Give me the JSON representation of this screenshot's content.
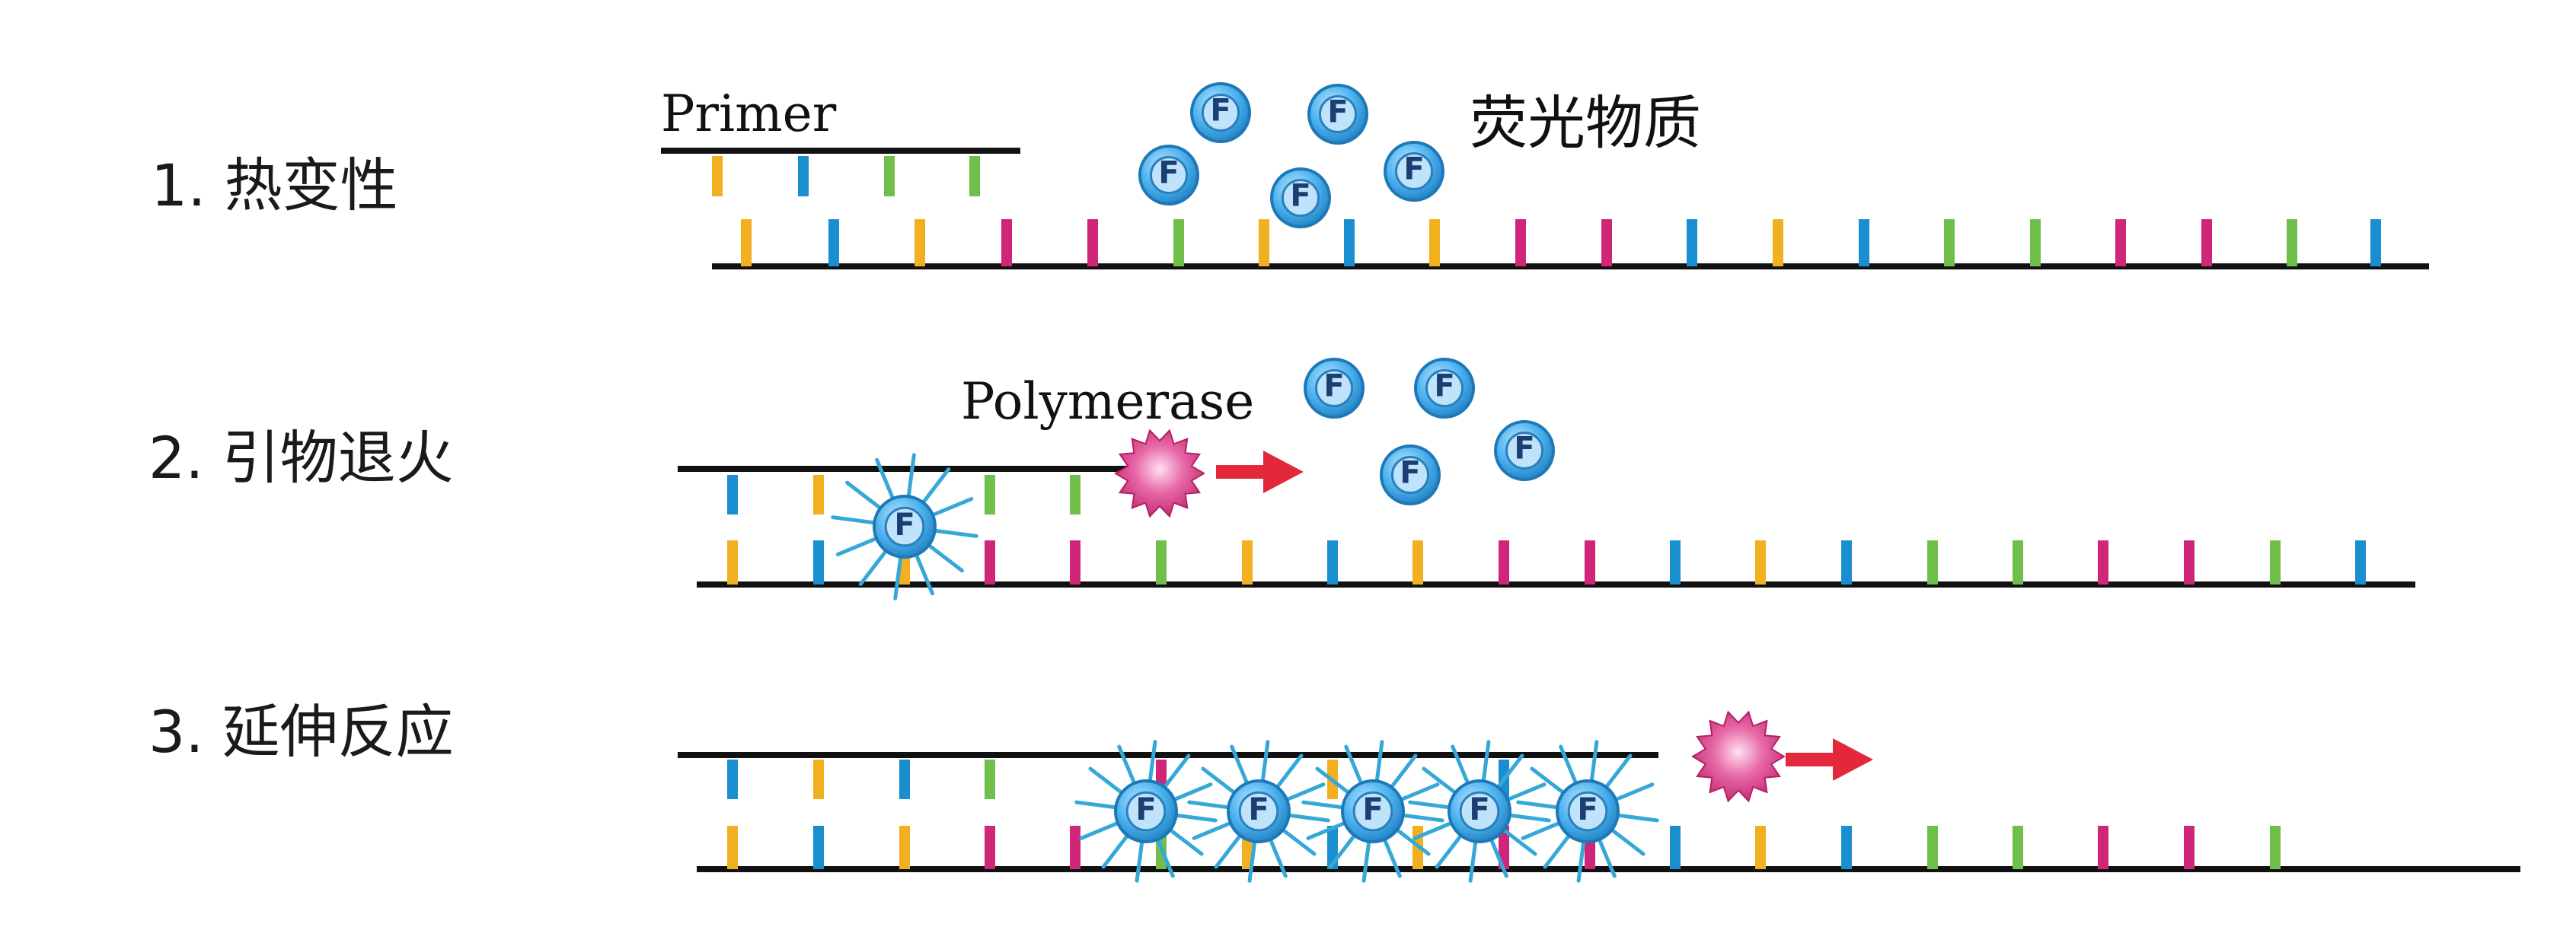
{
  "steps": [
    {
      "label": "1. 热变性"
    },
    {
      "label": "2. 引物退火"
    },
    {
      "label": "3. 延伸反应"
    }
  ],
  "labels": {
    "primer": "Primer",
    "fluorescent": "荧光物质",
    "polymerase": "Polymerase",
    "probe_letter": "F"
  },
  "colors": {
    "strand": "#111111",
    "base_yellow": "#f0b020",
    "base_blue": "#1a8fd0",
    "base_green": "#6fbf4a",
    "base_magenta": "#d0267a",
    "fluor_fill": "#3aa6e6",
    "fluor_ring": "#1d78b8",
    "ray": "#35a8d8",
    "polymerase": "#d8408a",
    "arrow": "#e3283c"
  },
  "icons": {
    "fluorophore": "circle-f-icon",
    "polymerase": "spiky-ball-icon",
    "arrow": "right-arrow-icon"
  }
}
